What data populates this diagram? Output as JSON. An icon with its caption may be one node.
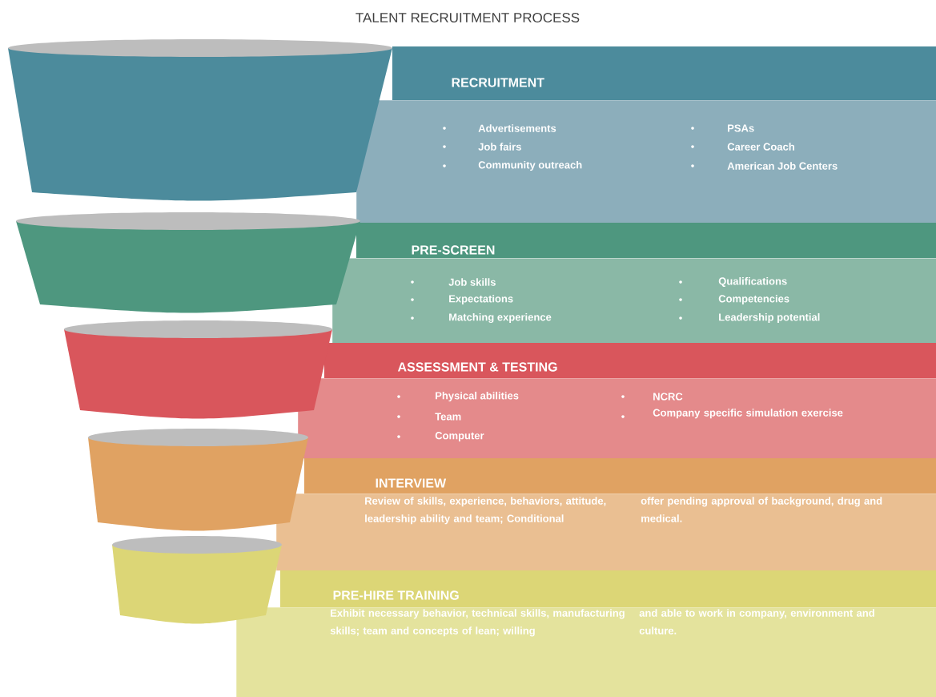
{
  "diagram": {
    "title": "TALENT RECRUITMENT PROCESS",
    "nodes": [
      {
        "text": [
          "RECRUITMENT",
          "Advertisements",
          "Job fairs",
          "Community outreach",
          "PSAs",
          "Career Coach",
          "American Job Centers"
        ]
      },
      {
        "text": [
          "PRE-SCREEN",
          "Job skills",
          "Expectations",
          "Matching experience",
          "Qualifications",
          "Competencies",
          "Leadership potential"
        ]
      },
      {
        "text": [
          "ASSESSMENT & TESTING",
          "Physical abilities",
          "Team",
          "Computer",
          "NCRC",
          "Company specific simulation exercise"
        ]
      },
      {
        "text": [
          "INTERVIEW",
          "Review of skills, experience, behaviors, attitude, leadership ability and team; Conditional",
          "offer pending approval of background, drug and medical."
        ]
      },
      {
        "text": [
          "PRE-HIRE TRAINING",
          "Exhibit necessary behavior, technical skills, manufacturing skills; team and concepts of lean; willing",
          "and able to work in company, environment and culture."
        ]
      }
    ]
  }
}
